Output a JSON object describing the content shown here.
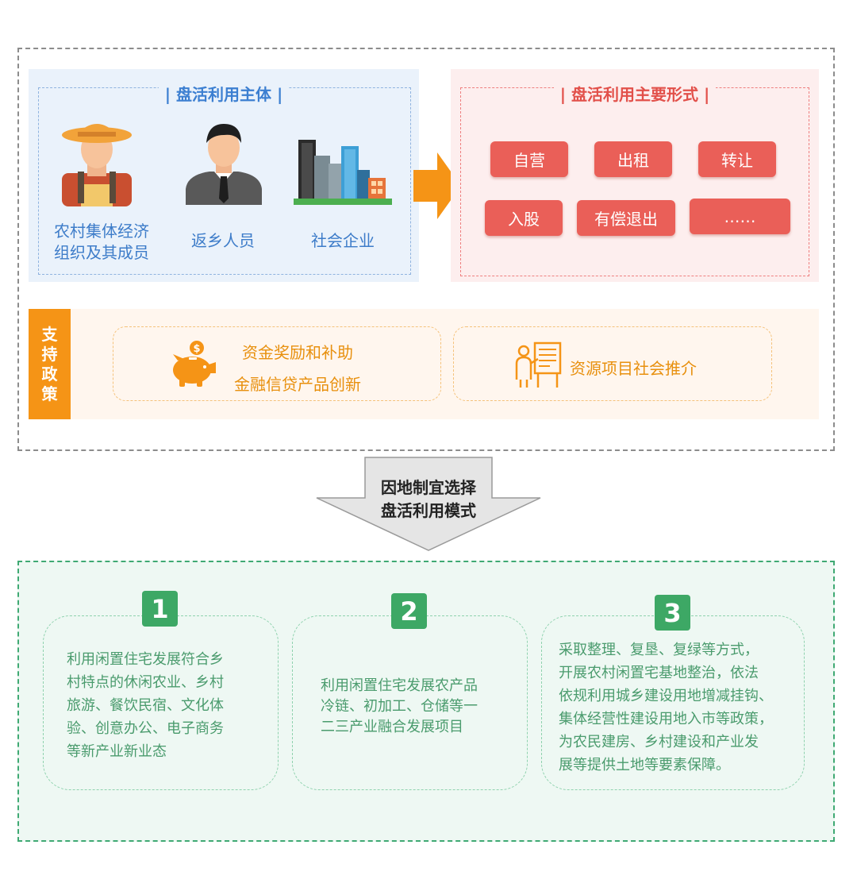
{
  "subjects": {
    "title": "盘活利用主体",
    "items": [
      {
        "label_line1": "农村集体经济",
        "label_line2": "组织及其成员",
        "icon": "farmer-icon"
      },
      {
        "label": "返乡人员",
        "icon": "businessman-icon"
      },
      {
        "label": "社会企业",
        "icon": "city-buildings-icon"
      }
    ]
  },
  "forms": {
    "title": "盘活利用主要形式",
    "items": [
      "自营",
      "出租",
      "转让",
      "入股",
      "有偿退出",
      "……"
    ]
  },
  "policy": {
    "tag_chars": [
      "支",
      "持",
      "政",
      "策"
    ],
    "box1_line1": "资金奖励和补助",
    "box1_line2": "金融信贷产品创新",
    "box2": "资源项目社会推介"
  },
  "transition": {
    "line1": "因地制宜选择",
    "line2": "盘活利用模式"
  },
  "modes": [
    {
      "num": "1",
      "lines": [
        "利用闲置住宅发展符合乡",
        "村特点的休闲农业、乡村",
        "旅游、餐饮民宿、文化体",
        "验、创意办公、电子商务",
        "等新产业新业态"
      ]
    },
    {
      "num": "2",
      "lines": [
        "利用闲置住宅发展农产品",
        "冷链、初加工、仓储等一",
        "二三产业融合发展项目"
      ]
    },
    {
      "num": "3",
      "lines": [
        "采取整理、复垦、复绿等方式，",
        "开展农村闲置宅基地整治，依法",
        "依规利用城乡建设用地增减挂钩、",
        "集体经营性建设用地入市等政策，",
        "为农民建房、乡村建设和产业发",
        "展等提供土地等要素保障。"
      ]
    }
  ],
  "colors": {
    "blue": "#3c7fd1",
    "red": "#ea5f58",
    "orange": "#f59416",
    "green": "#3da865"
  }
}
